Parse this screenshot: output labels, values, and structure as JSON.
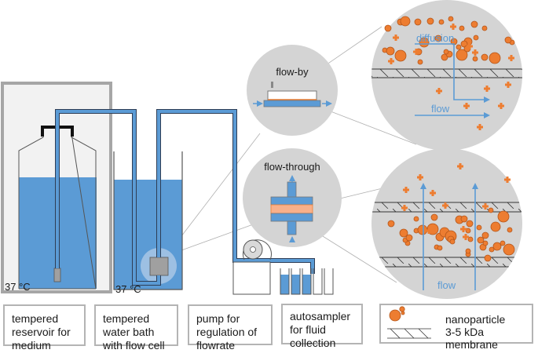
{
  "colors": {
    "water": "#5b9bd5",
    "tube_outline": "#2e3d55",
    "particle": "#ed7d31",
    "particle_stroke": "#b4561b",
    "arrow": "#5b9bd5",
    "zoom_circle": "#d4d4d4",
    "reservoir_bg": "#f2f2f2",
    "reservoir_border": "#a6a6a6",
    "membrane_band": "#f8b08a"
  },
  "reservoir": {
    "temperature": "37 °C"
  },
  "water_bath": {
    "temperature": "37 °C"
  },
  "insets": {
    "flow_by": {
      "title": "flow-by"
    },
    "flow_through": {
      "title": "flow-through"
    }
  },
  "magnified": {
    "flow_by": {
      "diffusion_label": "diffusion",
      "flow_label": "flow"
    },
    "flow_through": {
      "flow_label": "flow"
    }
  },
  "captions": [
    {
      "id": "reservoir",
      "lines": [
        "tempered",
        "reservoir for",
        "medium"
      ]
    },
    {
      "id": "water-bath",
      "lines": [
        "tempered",
        "water bath",
        "with flow cell"
      ]
    },
    {
      "id": "pump",
      "lines": [
        "pump  for",
        "regulation of",
        "flowrate"
      ]
    },
    {
      "id": "autosampler",
      "lines": [
        "autosampler",
        "for fluid",
        "collection"
      ]
    }
  ],
  "legend": {
    "items": [
      {
        "icon": "nanoparticle-icon",
        "label": "nanoparticle"
      },
      {
        "icon": "membrane-icon",
        "label": "3-5 kDa membrane"
      }
    ]
  },
  "particles_top": [
    [
      494,
      36,
      4
    ],
    [
      510,
      28,
      4
    ],
    [
      516,
      27,
      6
    ],
    [
      532,
      28,
      4
    ],
    [
      548,
      27,
      4
    ],
    [
      562,
      28,
      3
    ],
    [
      574,
      24,
      3
    ],
    [
      588,
      36,
      3
    ],
    [
      604,
      31,
      4
    ],
    [
      617,
      36,
      3
    ],
    [
      540,
      54,
      6
    ],
    [
      558,
      49,
      4
    ],
    [
      578,
      53,
      4
    ],
    [
      596,
      53,
      5
    ],
    [
      606,
      48,
      3
    ],
    [
      652,
      54,
      3
    ],
    [
      647,
      51,
      4
    ],
    [
      490,
      64,
      3
    ],
    [
      497,
      65,
      5
    ],
    [
      510,
      71,
      7
    ],
    [
      533,
      66,
      4
    ],
    [
      566,
      73,
      4
    ],
    [
      572,
      69,
      4
    ],
    [
      568,
      66,
      3
    ],
    [
      588,
      70,
      7
    ],
    [
      591,
      56,
      4
    ],
    [
      595,
      62,
      4
    ],
    [
      584,
      60,
      3
    ],
    [
      605,
      75,
      3
    ],
    [
      617,
      73,
      4
    ],
    [
      630,
      74,
      7
    ],
    [
      535,
      79,
      3
    ]
  ],
  "plus_top": [
    [
      504,
      48
    ],
    [
      530,
      66
    ],
    [
      577,
      34
    ],
    [
      598,
      59
    ],
    [
      498,
      78
    ],
    [
      605,
      67
    ],
    [
      651,
      74
    ],
    [
      559,
      116
    ],
    [
      620,
      113
    ],
    [
      647,
      108
    ],
    [
      594,
      135
    ],
    [
      638,
      135
    ],
    [
      611,
      162
    ]
  ],
  "particles_bottom": [
    [
      498,
      285
    ],
    [
      530,
      279
    ],
    [
      553,
      277
    ],
    [
      551,
      292
    ],
    [
      514,
      297
    ],
    [
      519,
      310
    ],
    [
      516,
      306
    ],
    [
      521,
      303
    ],
    [
      530,
      294
    ],
    [
      556,
      315
    ],
    [
      560,
      316
    ],
    [
      538,
      293
    ],
    [
      560,
      302
    ],
    [
      566,
      296
    ],
    [
      574,
      301
    ],
    [
      574,
      305
    ],
    [
      576,
      308
    ],
    [
      585,
      280
    ],
    [
      591,
      279
    ],
    [
      598,
      285
    ],
    [
      596,
      294
    ],
    [
      625,
      268
    ],
    [
      641,
      276
    ],
    [
      631,
      289
    ],
    [
      610,
      290
    ],
    [
      649,
      293
    ],
    [
      618,
      300
    ],
    [
      612,
      306
    ],
    [
      633,
      314
    ],
    [
      648,
      318
    ],
    [
      621,
      329
    ],
    [
      596,
      324
    ],
    [
      596,
      320
    ],
    [
      615,
      315
    ],
    [
      618,
      310
    ],
    [
      640,
      310
    ],
    [
      626,
      318
    ],
    [
      599,
      305
    ]
  ],
  "particle_radii_bottom": [
    4,
    3,
    4,
    7,
    5,
    3,
    3,
    4,
    3,
    3,
    3,
    6,
    5,
    6,
    7,
    4,
    3,
    5,
    4,
    4,
    3,
    3,
    7,
    6,
    3,
    3,
    4,
    4,
    5,
    7,
    4,
    3,
    3,
    4,
    3,
    3,
    3,
    3
  ],
  "plus_bottom": [
    [
      517,
      242
    ],
    [
      535,
      226
    ],
    [
      586,
      212
    ],
    [
      551,
      246
    ],
    [
      515,
      265
    ],
    [
      567,
      262
    ],
    [
      546,
      294
    ],
    [
      593,
      302
    ],
    [
      618,
      263
    ],
    [
      646,
      229
    ],
    [
      590,
      292
    ]
  ]
}
